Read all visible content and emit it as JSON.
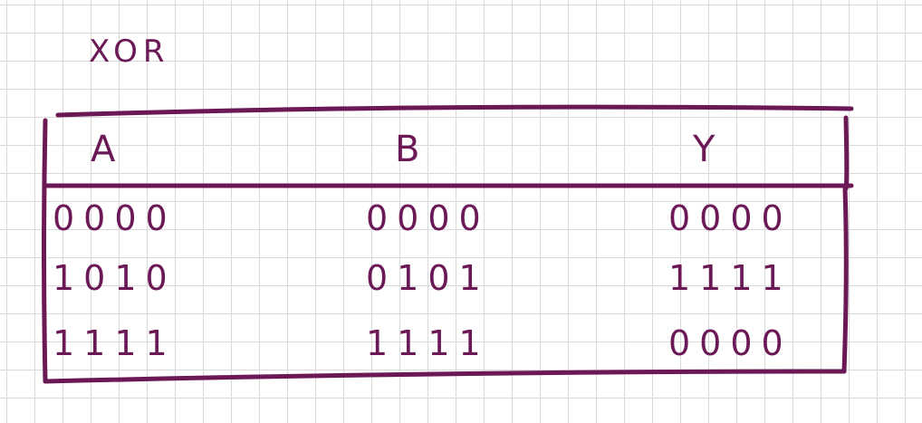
{
  "title": "XOR",
  "table": {
    "headers": [
      "A",
      "B",
      "Y"
    ],
    "rows": [
      [
        "0000",
        "0000",
        "0000"
      ],
      [
        "1010",
        "0101",
        "1111"
      ],
      [
        "1111",
        "1111",
        "0000"
      ]
    ]
  },
  "ink_color": "#6b1856"
}
